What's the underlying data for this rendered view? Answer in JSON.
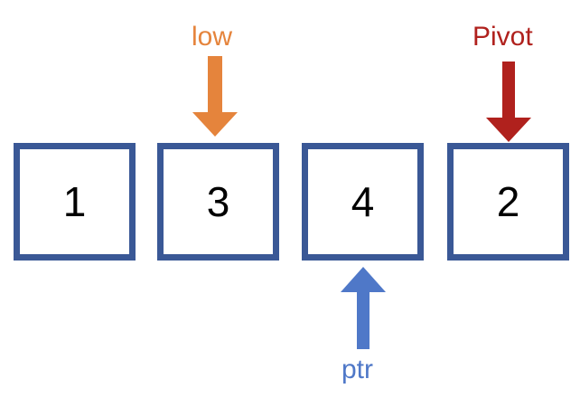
{
  "array": {
    "values": [
      "1",
      "3",
      "4",
      "2"
    ]
  },
  "markers": {
    "low": {
      "label": "low",
      "color": "#e5843c",
      "index": 1
    },
    "pivot": {
      "label": "Pivot",
      "color": "#b0211d",
      "index": 3
    },
    "ptr": {
      "label": "ptr",
      "color": "#4f78c8",
      "index": 2
    }
  },
  "colors": {
    "cell_border": "#3a5896",
    "cell_fill": "#ffffff",
    "text": "#000000"
  }
}
